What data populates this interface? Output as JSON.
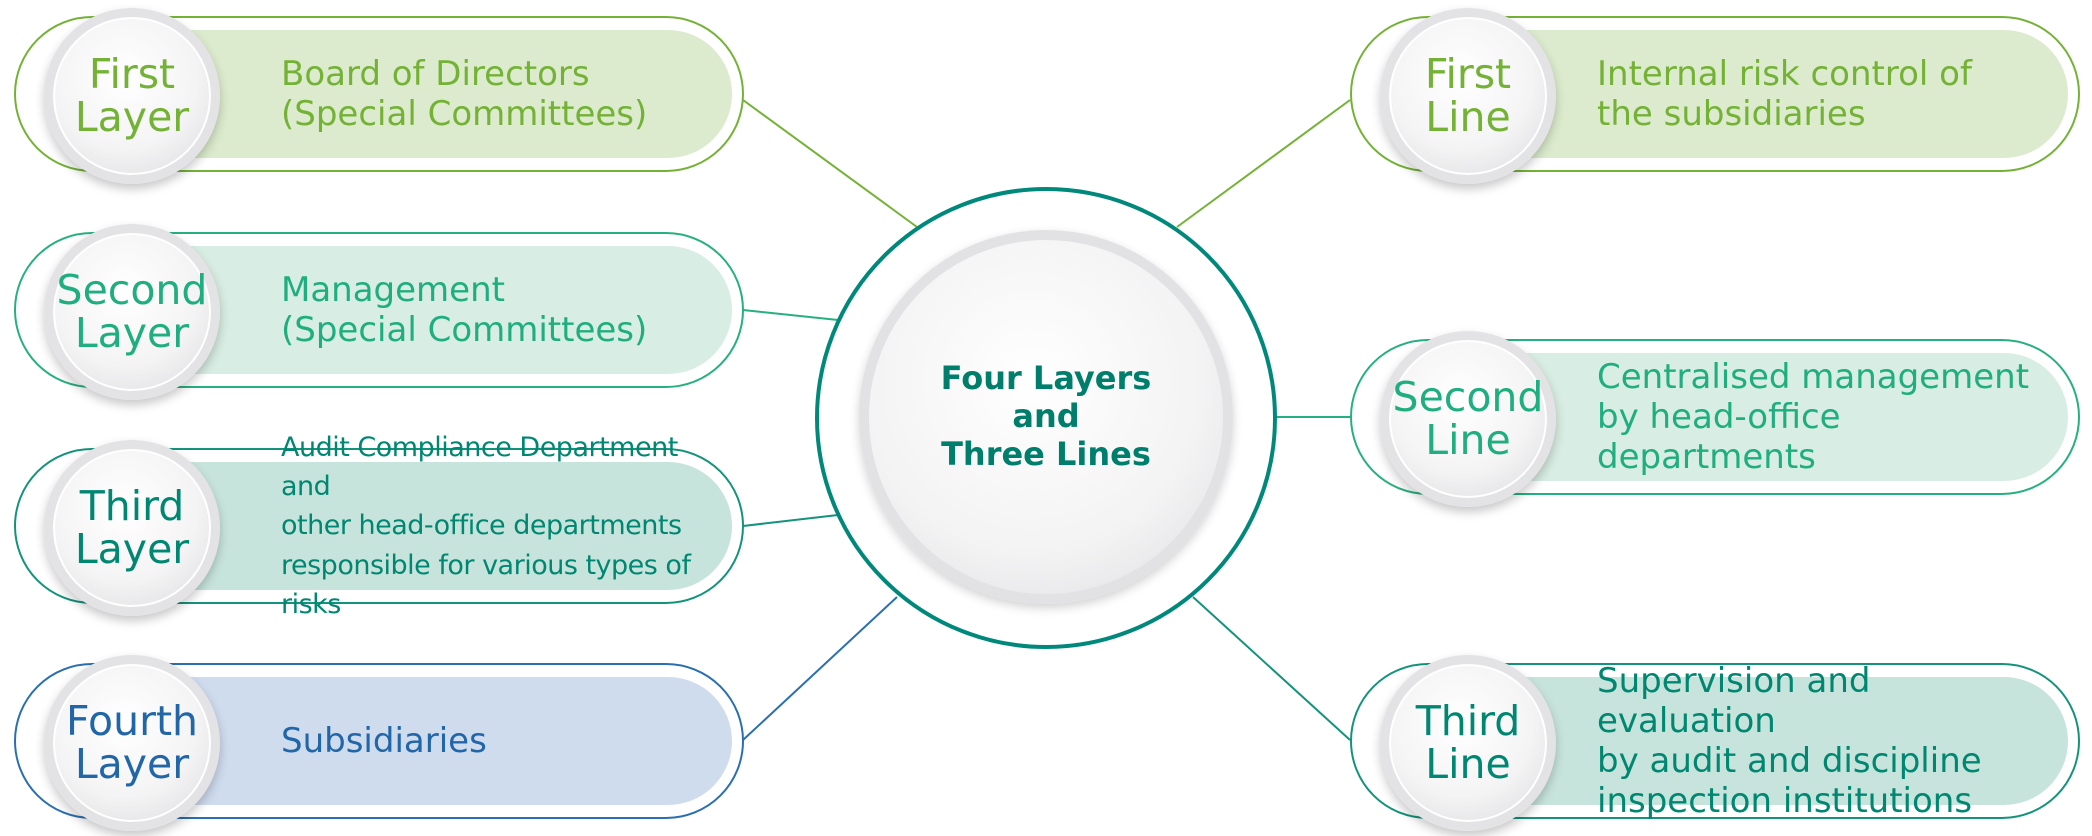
{
  "center": {
    "title": "Four Layers\nand\nThree Lines"
  },
  "layers": [
    {
      "badge": "First\nLayer",
      "text": "Board of Directors\n(Special Committees)",
      "color": "#74b236",
      "border": "#74b236",
      "fill": "#dcebcd"
    },
    {
      "badge": "Second\nLayer",
      "text": "Management\n(Special Committees)",
      "color": "#1fae7f",
      "border": "#27b07f",
      "fill": "#d8ede3"
    },
    {
      "badge": "Third\nLayer",
      "text": "Audit Compliance Department and\nother head-office departments\nresponsible for various types of risks",
      "color": "#008772",
      "border": "#14937b",
      "fill": "#c7e4dc"
    },
    {
      "badge": "Fourth\nLayer",
      "text": "Subsidiaries",
      "color": "#2166a8",
      "border": "#2a6fb0",
      "fill": "#cfdcee"
    }
  ],
  "lines": [
    {
      "badge": "First\nLine",
      "text": "Internal risk control of\nthe subsidiaries",
      "color": "#74b236",
      "border": "#74b236",
      "fill": "#dcebcd"
    },
    {
      "badge": "Second\nLine",
      "text": "Centralised management\nby head-office departments",
      "color": "#1fae7f",
      "border": "#27b07f",
      "fill": "#d8ede3"
    },
    {
      "badge": "Third\nLine",
      "text": "Supervision and evaluation\nby audit and discipline\ninspection institutions",
      "color": "#008772",
      "border": "#14937b",
      "fill": "#c7e4dc"
    }
  ]
}
